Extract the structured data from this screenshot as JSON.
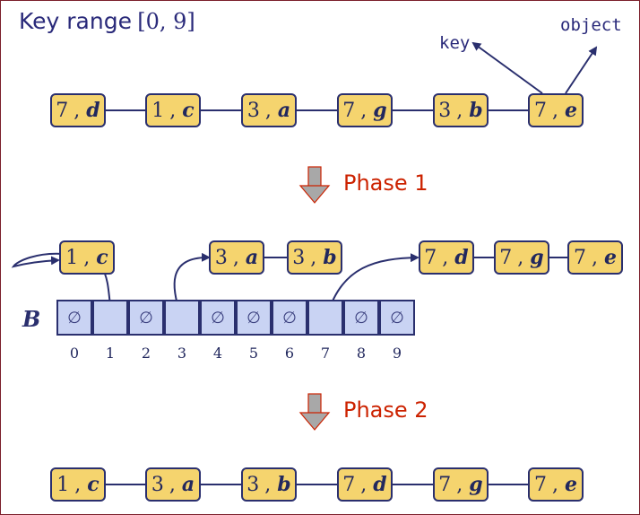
{
  "title": {
    "text": "Key range",
    "range": "[0, 9]"
  },
  "labels": {
    "key": "key",
    "object": "object"
  },
  "phases": {
    "phase1": "Phase 1",
    "phase2": "Phase 2"
  },
  "bucket_array": {
    "name": "B",
    "empty_symbol": "∅",
    "indices": [
      "0",
      "1",
      "2",
      "3",
      "4",
      "5",
      "6",
      "7",
      "8",
      "9"
    ],
    "occupied": [
      1,
      3,
      7
    ]
  },
  "input_sequence": [
    {
      "key": "7",
      "value": "d"
    },
    {
      "key": "1",
      "value": "c"
    },
    {
      "key": "3",
      "value": "a"
    },
    {
      "key": "7",
      "value": "g"
    },
    {
      "key": "3",
      "value": "b"
    },
    {
      "key": "7",
      "value": "e"
    }
  ],
  "buckets": {
    "b1": [
      {
        "key": "1",
        "value": "c"
      }
    ],
    "b3": [
      {
        "key": "3",
        "value": "a"
      },
      {
        "key": "3",
        "value": "b"
      }
    ],
    "b7": [
      {
        "key": "7",
        "value": "d"
      },
      {
        "key": "7",
        "value": "g"
      },
      {
        "key": "7",
        "value": "e"
      }
    ]
  },
  "output_sequence": [
    {
      "key": "1",
      "value": "c"
    },
    {
      "key": "3",
      "value": "a"
    },
    {
      "key": "3",
      "value": "b"
    },
    {
      "key": "7",
      "value": "d"
    },
    {
      "key": "7",
      "value": "g"
    },
    {
      "key": "7",
      "value": "e"
    }
  ],
  "colors": {
    "node_fill": "#f5d46e",
    "node_border": "#2a2f6e",
    "bucket_fill": "#c9d3f3",
    "phase_red": "#cc2200",
    "arrow_gray": "#a8a8a8"
  }
}
